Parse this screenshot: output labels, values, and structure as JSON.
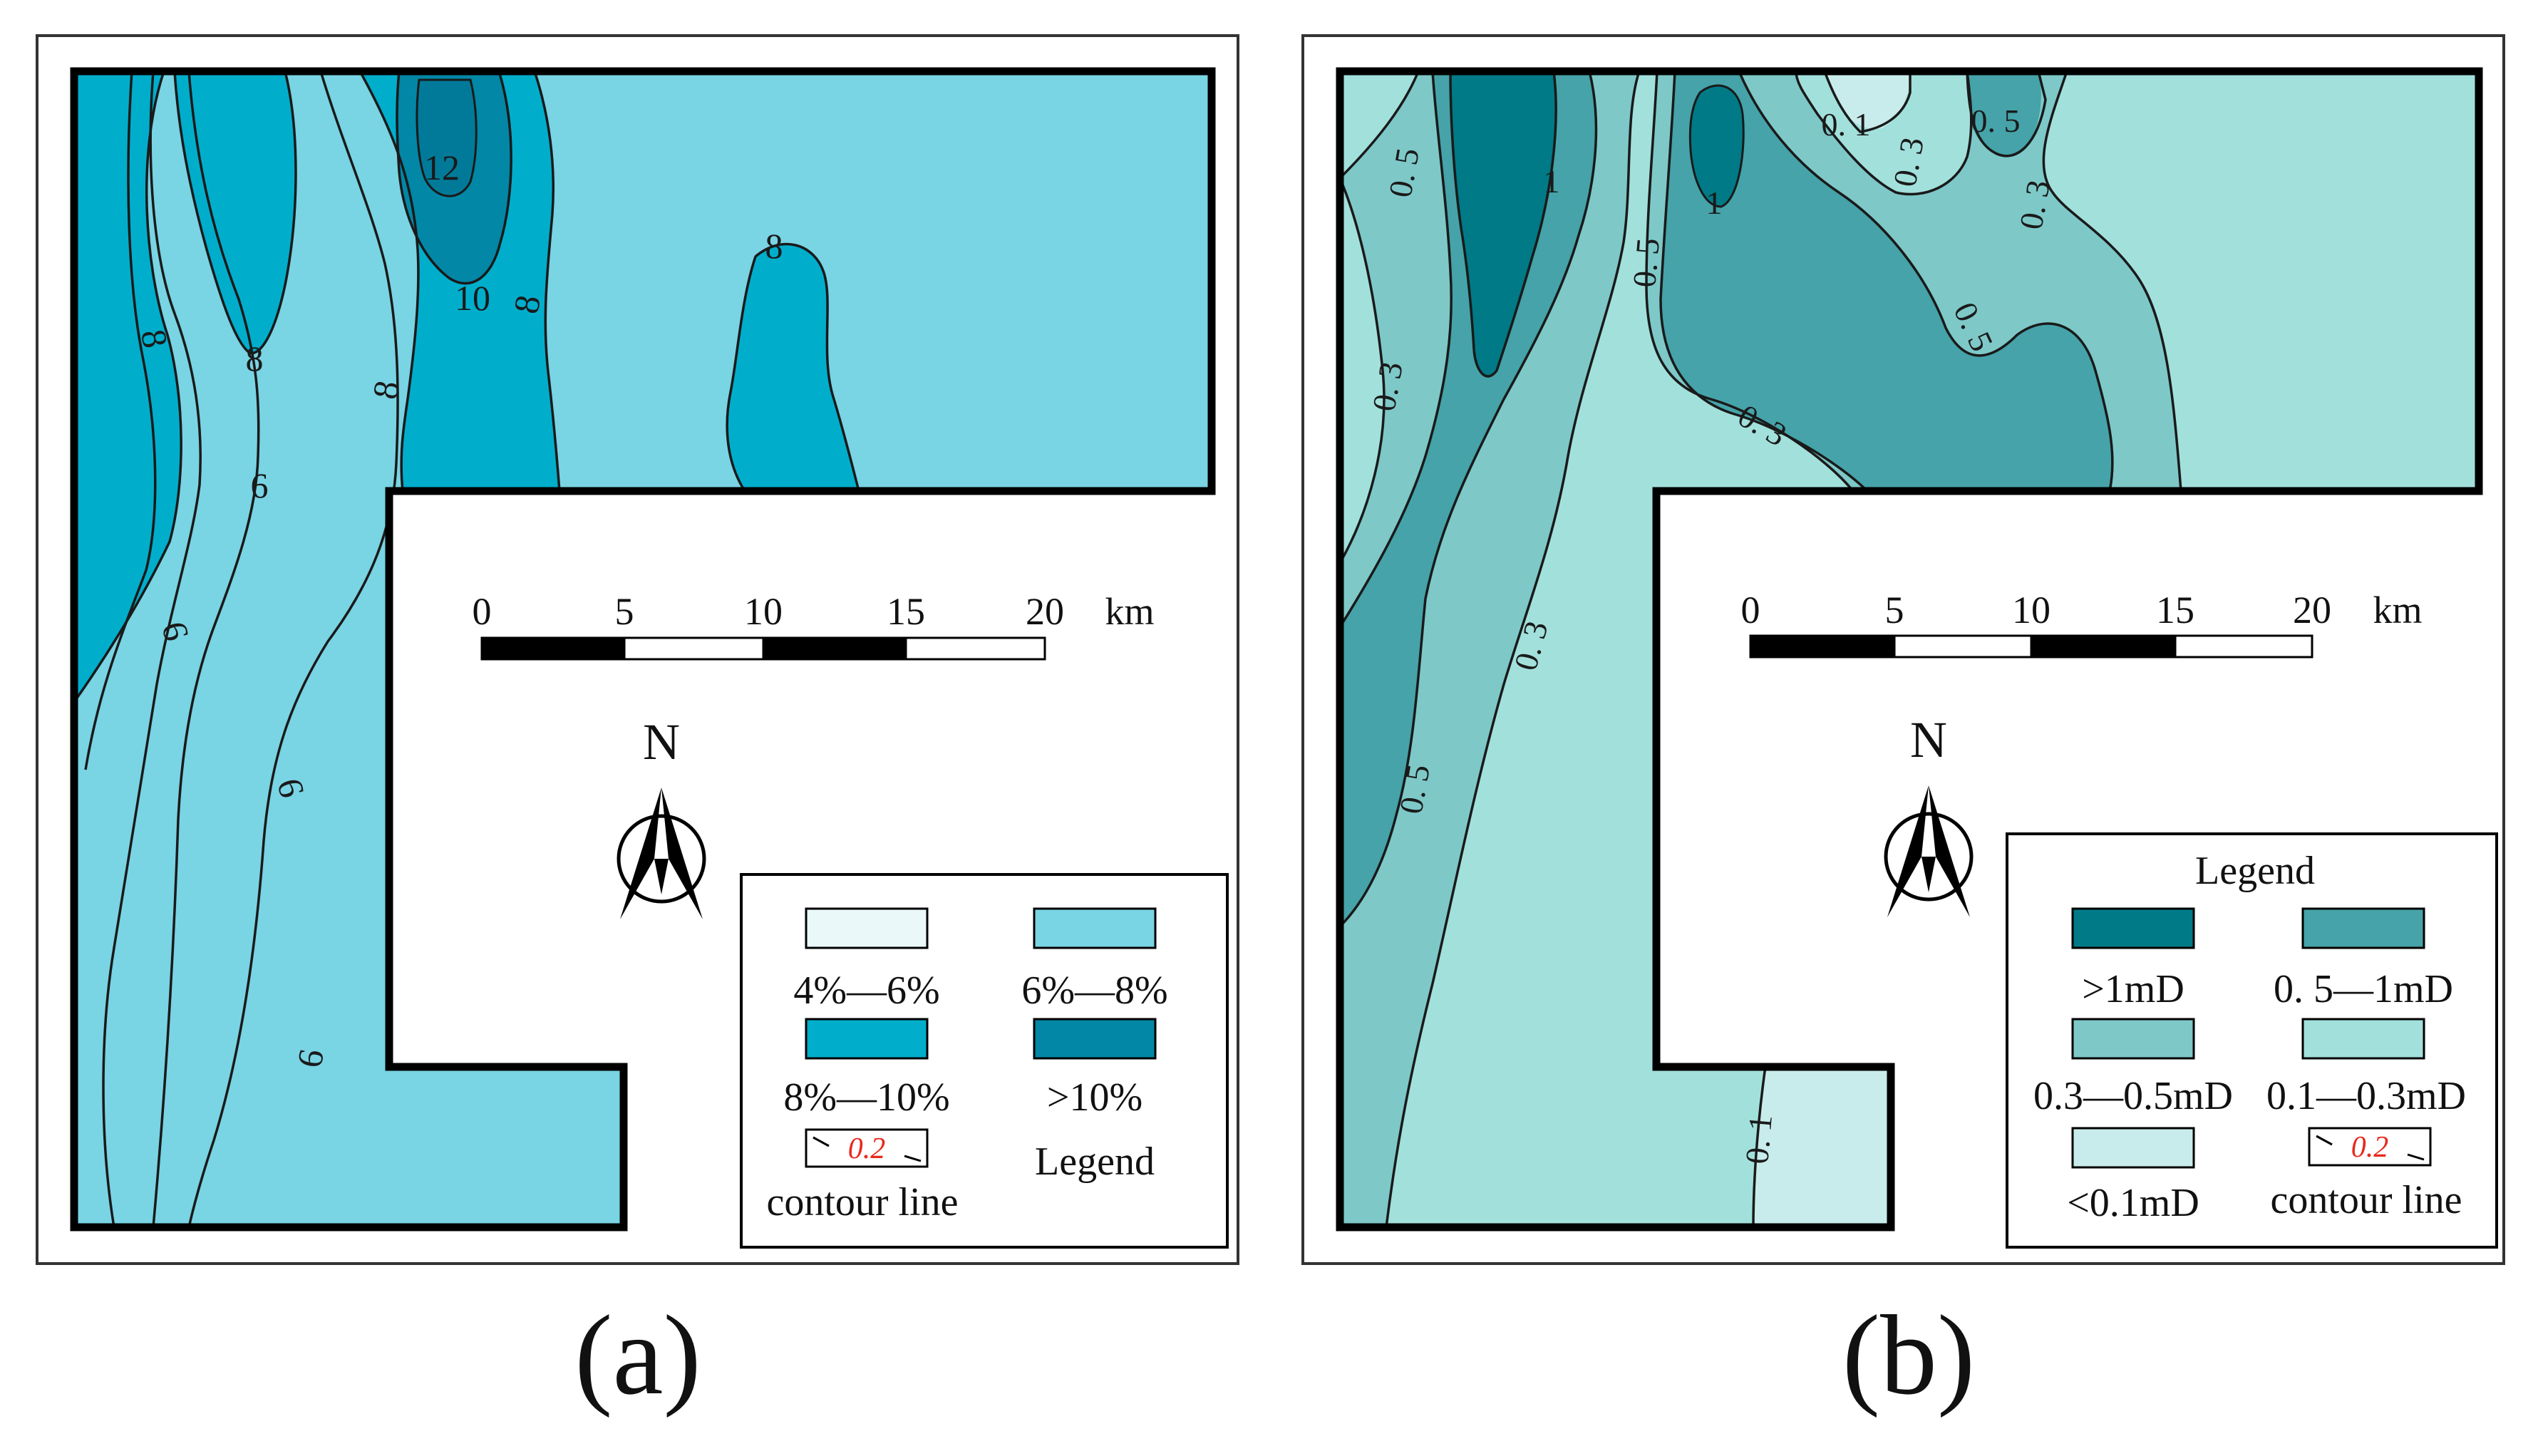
{
  "panels": [
    {
      "id": "a",
      "caption": "(a)",
      "scale_bar": {
        "ticks": [
          "0",
          "5",
          "10",
          "15",
          "20"
        ],
        "unit": "km"
      },
      "north_label": "N",
      "contour_labels": [
        "12",
        "10",
        "8",
        "8",
        "8",
        "8",
        "8",
        "6",
        "6",
        "6",
        "6"
      ],
      "legend": {
        "title": "Legend",
        "items": [
          {
            "label": "4%—6%",
            "color": "#eaf8fa"
          },
          {
            "label": "6%—8%",
            "color": "#79d4e4"
          },
          {
            "label": "8%—10%",
            "color": "#00aecc"
          },
          {
            "label": ">10%",
            "color": "#0287a6"
          }
        ],
        "contour_line": {
          "sample_value": "0.2",
          "label": "contour line"
        }
      }
    },
    {
      "id": "b",
      "caption": "(b)",
      "scale_bar": {
        "ticks": [
          "0",
          "5",
          "10",
          "15",
          "20"
        ],
        "unit": "km"
      },
      "north_label": "N",
      "contour_labels": [
        "0. 5",
        "1",
        "1",
        "0. 1",
        "0. 3",
        "0. 5",
        "0. 3",
        "0. 5",
        "0. 5",
        "0. 3",
        "0. 3",
        "0. 3",
        "0. 5",
        "0. 1"
      ],
      "legend": {
        "title": "Legend",
        "items": [
          {
            "label": ">1mD",
            "color": "#007a86"
          },
          {
            "label": "0. 5—1mD",
            "color": "#45a3a9"
          },
          {
            "label": "0.3—0.5mD",
            "color": "#7ec8c8"
          },
          {
            "label": "0.1—0.3mD",
            "color": "#a2e0dc"
          },
          {
            "label": "<0.1mD",
            "color": "#c8eceb"
          }
        ],
        "contour_line": {
          "sample_value": "0.2",
          "label": "contour line"
        }
      }
    }
  ]
}
